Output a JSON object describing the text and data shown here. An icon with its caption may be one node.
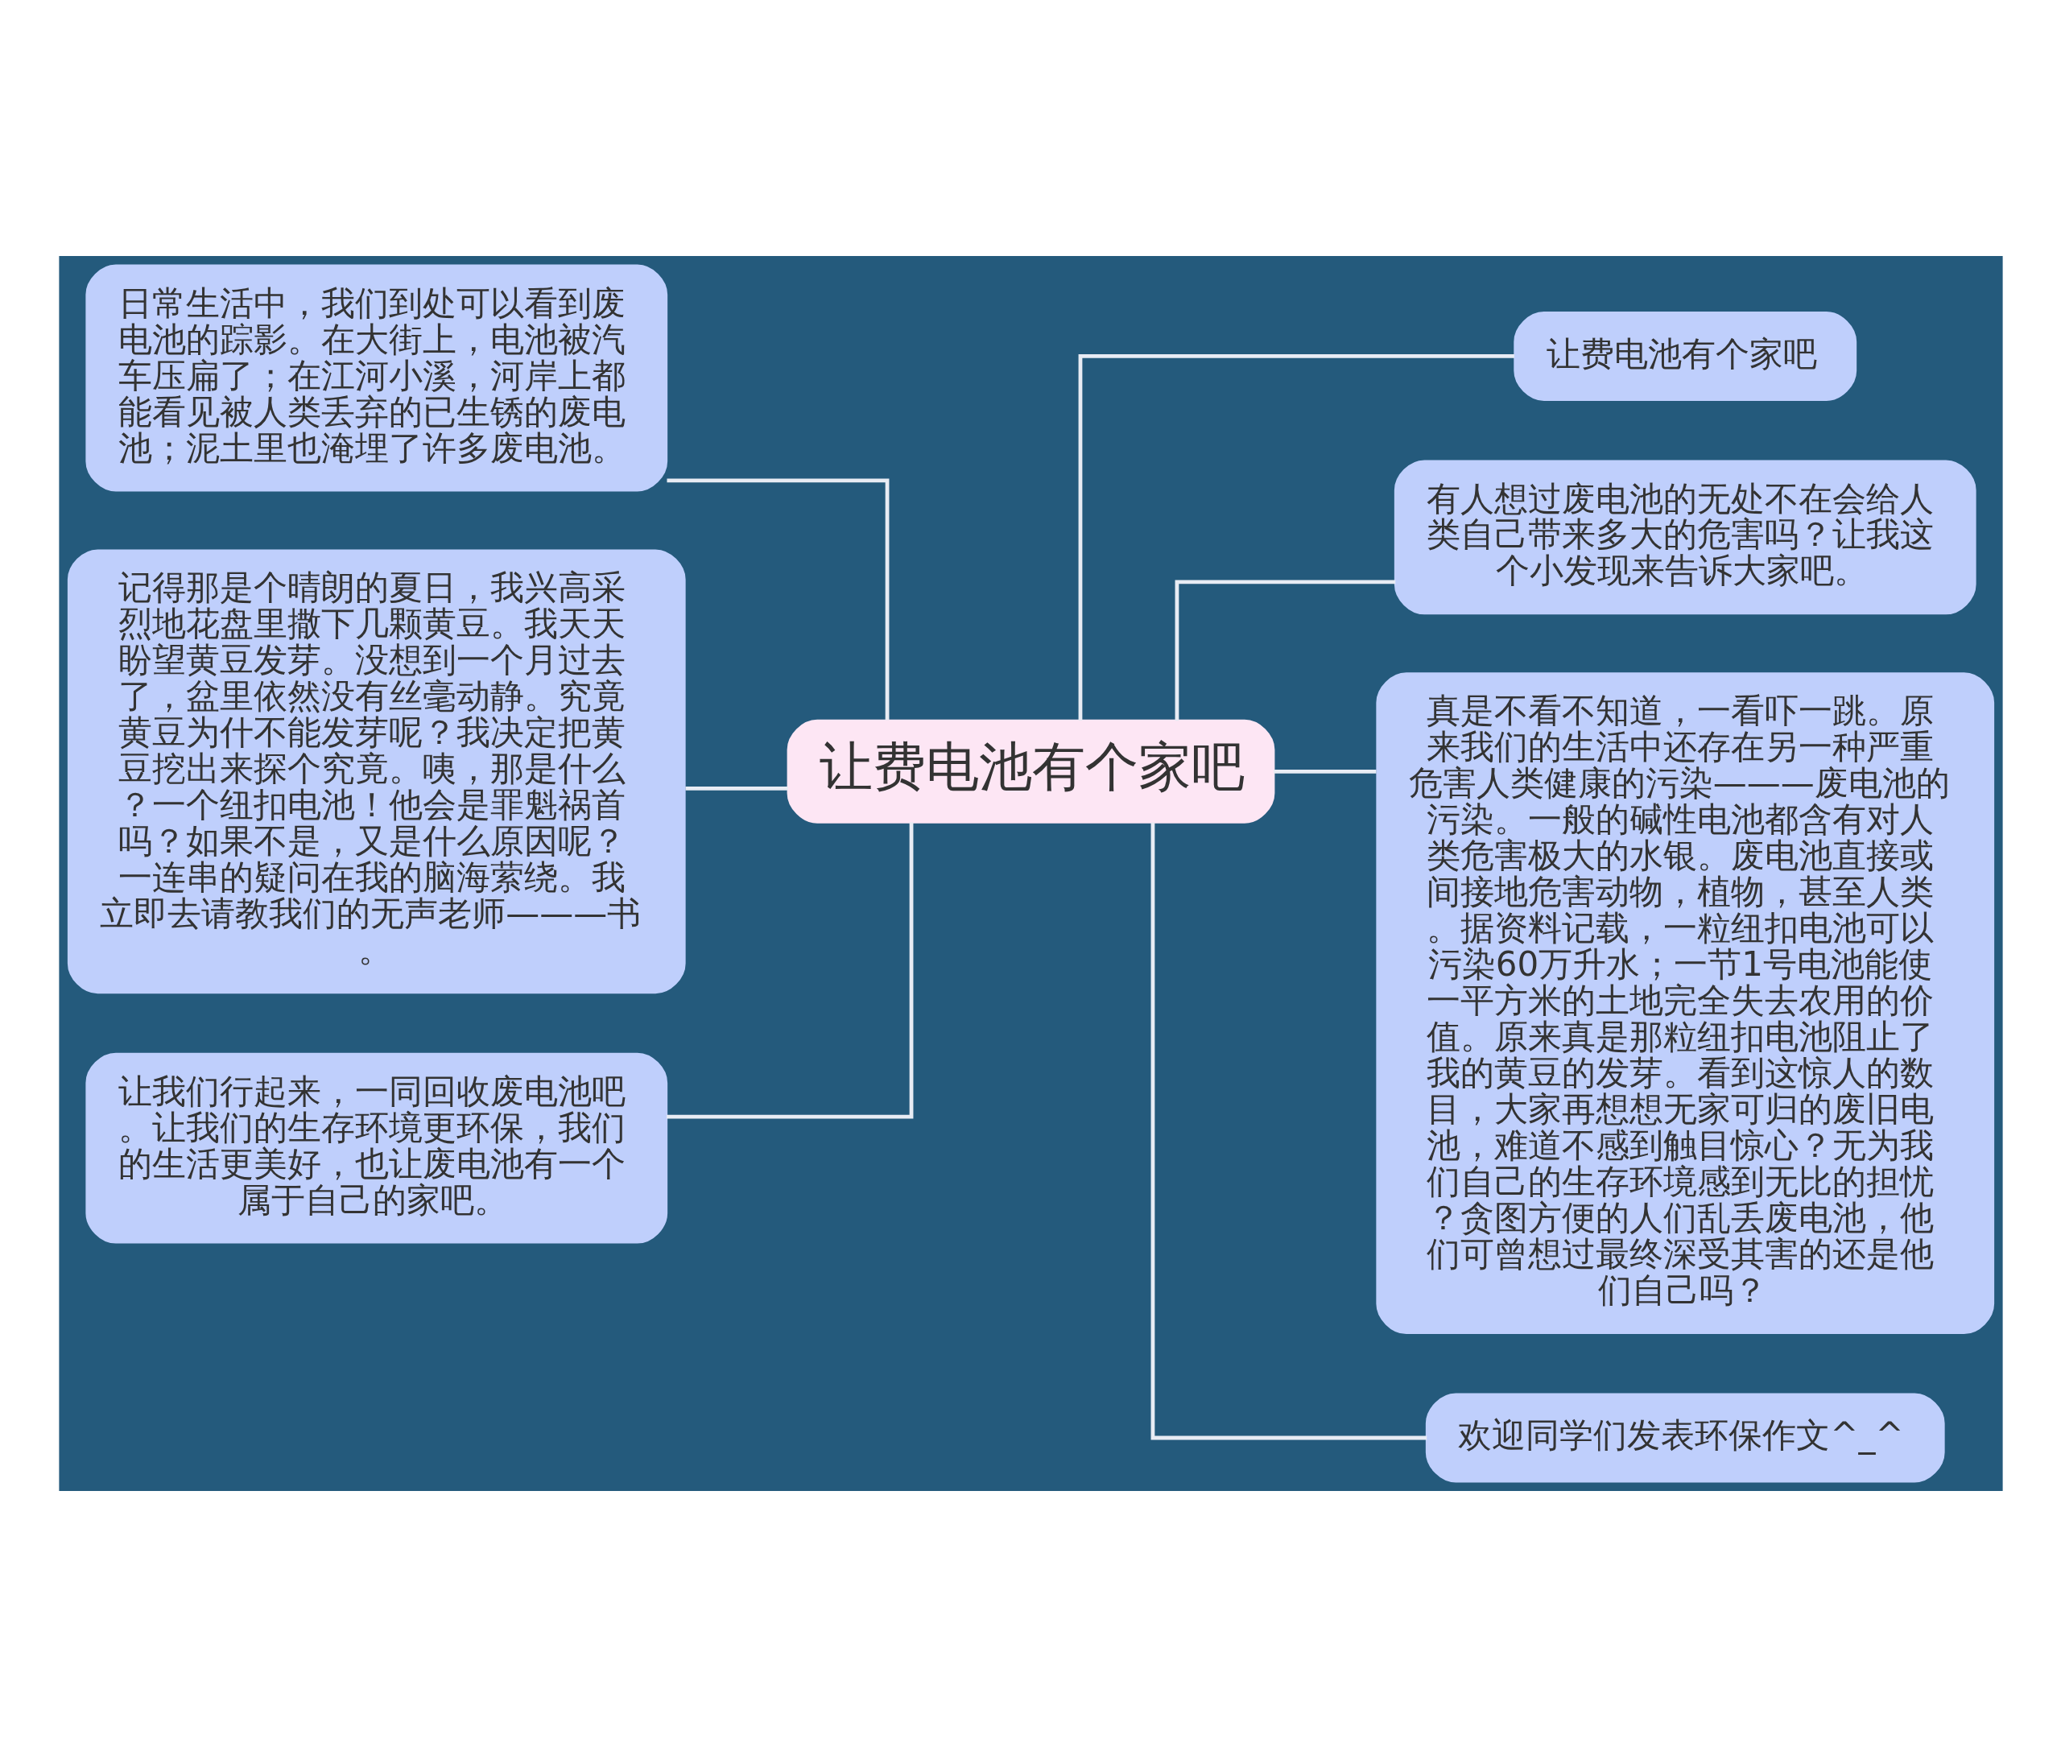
{
  "diagram": {
    "nodes": [
      {
        "text": [
          "让费电池有个家吧"
        ]
      },
      {
        "text": [
          "日常生活中，我们到处可以看到废电池的踪影。在大街上，电池被汽车压扁了；在江河小溪，河岸上都能看见被人类丢弃的已生锈的废电池；泥土里也淹埋了许多废电池。"
        ]
      },
      {
        "text": [
          "记得那是个晴朗的夏日，我兴高采烈地花盘里撒下几颗黄豆。我天天盼望黄豆发芽。没想到一个月过去了，盆里依然没有丝毫动静。究竟黄豆为什不能发芽呢？我决定把黄豆挖出来探个究竟。咦，那是什么？一个纽扣电池！他会是罪魁祸首吗？如果不是，又是什么原因呢？一连串的疑问在我的脑海萦绕。我立即去请教我们的无声老师———书。"
        ]
      },
      {
        "text": [
          "让我们行起来，一同回收废电池吧。让我们的生存环境更环保，我们的生活更美好，也让废电池有一个属于自己的家吧。"
        ]
      },
      {
        "text": [
          "让费电池有个家吧"
        ]
      },
      {
        "text": [
          "有人想过废电池的无处不在会给人类自己带来多大的危害吗？让我这个小发现来告诉大家吧。"
        ]
      },
      {
        "text": [
          "真是不看不知道，一看吓一跳。原来我们的生活中还存在另一种严重危害人类健康的污染———废电池的污染。一般的碱性电池都含有对人类危害极大的水银。废电池直接或间接地危害动物，植物，甚至人类。据资料记载，一粒纽扣电池可以污染60万升水；一节1号电池能使一平方米的土地完全失去农用的价值。原来真是那粒纽扣电池阻止了我的黄豆的发芽。看到这惊人的数目，大家再想想无家可归的废旧电池，难道不感到触目惊心？无为我们自己的生存环境感到无比的担忧？贪图方便的人们乱丢废电池，他们可曾想过最终深受其害的还是他们自己吗？"
        ]
      },
      {
        "text": [
          "欢迎同学们发表环保作文^_^"
        ]
      }
    ],
    "edges": [
      {
        "from": 0,
        "to": 1,
        "arrow": "none"
      },
      {
        "from": 0,
        "to": 2,
        "arrow": "none"
      },
      {
        "from": 0,
        "to": 3,
        "arrow": "none"
      },
      {
        "from": 0,
        "to": 4,
        "arrow": "none"
      },
      {
        "from": 0,
        "to": 5,
        "arrow": "none"
      },
      {
        "from": 0,
        "to": 6,
        "arrow": "none"
      },
      {
        "from": 0,
        "to": 7,
        "arrow": "none"
      }
    ]
  }
}
